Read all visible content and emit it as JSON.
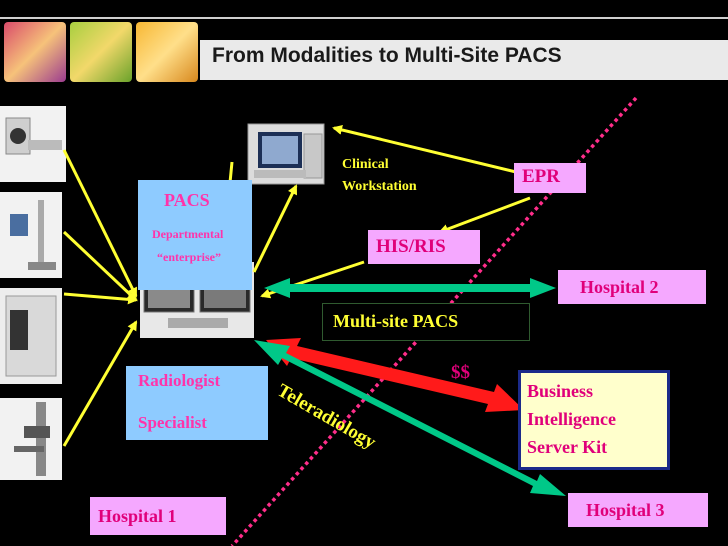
{
  "title": "From Modalities to Multi-Site PACS",
  "pacs": {
    "title": "PACS",
    "sub1": "Departmental",
    "sub2": "“enterprise”"
  },
  "radiologist": {
    "line1": "Radiologist",
    "line2": "Specialist"
  },
  "clinical_workstation": {
    "line1": "Clinical",
    "line2": "Workstation"
  },
  "epr": "EPR",
  "his_ris": "HIS/RIS",
  "hospital_1": "Hospital 1",
  "hospital_2": "Hospital 2",
  "hospital_3": "Hospital 3",
  "multisite_pacs": "Multi-site PACS",
  "money": "$$",
  "teleradiology": "Teleradiology",
  "business_kit": {
    "line1": "Business",
    "line2": "Intelligence",
    "line3": "Server Kit"
  },
  "colors": {
    "yellow_arrow": "#ffff33",
    "green_arrow": "#00c888",
    "red_arrow": "#ff1a1a",
    "dotted_divider": "#ff2d8a",
    "pink_box": "#f5a8ff",
    "blue_box": "#8ecbff"
  }
}
